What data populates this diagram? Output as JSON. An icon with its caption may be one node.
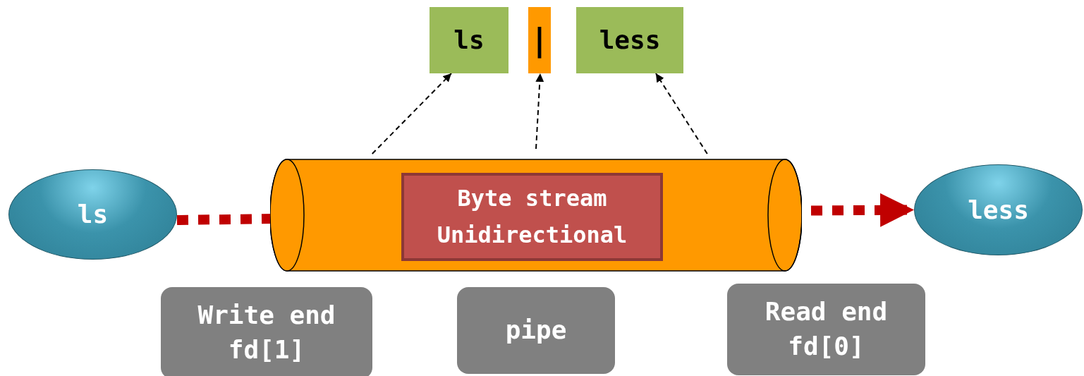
{
  "diagram": {
    "nodes": [
      {
        "text": [
          "ls"
        ]
      },
      {
        "text": [
          "|"
        ]
      },
      {
        "text": [
          "less"
        ]
      },
      {
        "text": [
          "ls"
        ]
      },
      {
        "text": [],
        "shape": "cylinder"
      },
      {
        "text": [
          "Byte stream Unidirectional"
        ],
        "in": 4
      },
      {
        "text": [
          "less"
        ]
      },
      {
        "text": [
          "Write end fd[1]"
        ]
      },
      {
        "text": [
          "pipe"
        ]
      },
      {
        "text": [
          "Read end fd[0]"
        ]
      }
    ],
    "edges": [
      {
        "from": 4,
        "to": 0,
        "arrow": "to",
        "style": "dashed"
      },
      {
        "from": 4,
        "to": 1,
        "arrow": "to",
        "style": "dashed"
      },
      {
        "from": 4,
        "to": 2,
        "arrow": "to",
        "style": "dashed"
      },
      {
        "from": 3,
        "to": 5,
        "arrow": "none",
        "style": "dashed",
        "color": "#c00000"
      },
      {
        "from": 5,
        "to": 6,
        "arrow": "to",
        "style": "dashed",
        "color": "#c00000"
      }
    ]
  }
}
